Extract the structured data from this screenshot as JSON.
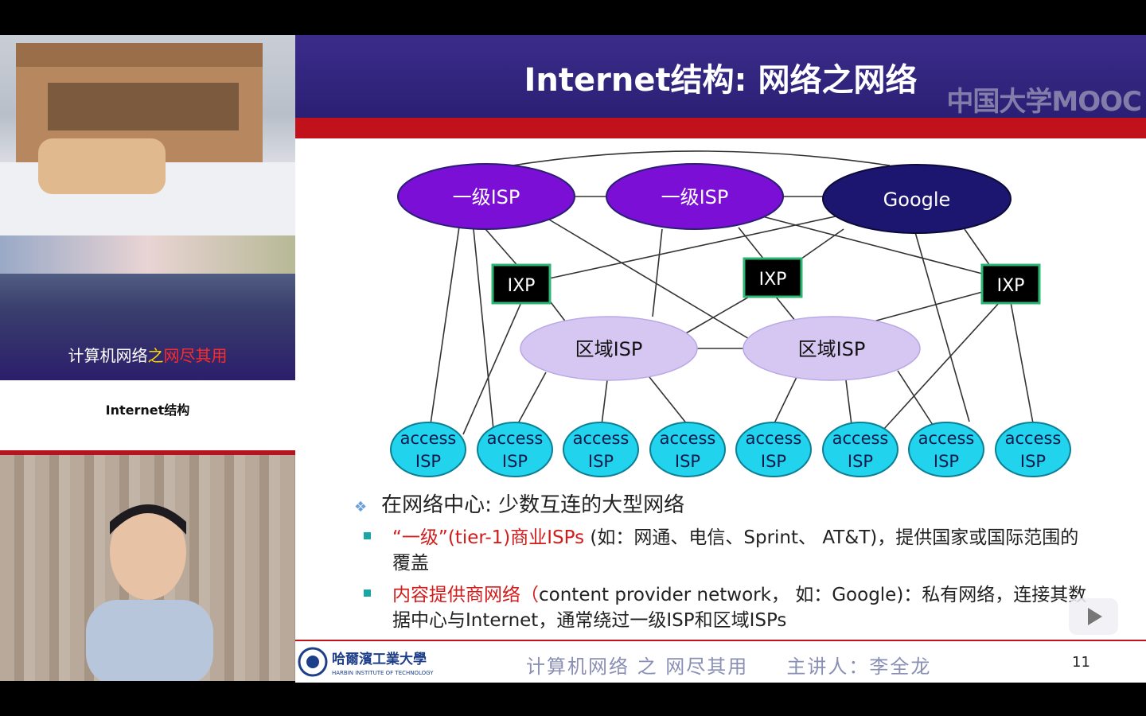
{
  "left": {
    "course_title": {
      "a": "计算机网络",
      "b": "之",
      "c": "网尽其用"
    },
    "section_label": "Internet结构"
  },
  "slide": {
    "title": "Internet结构: 网络之网络",
    "watermark": "中国大学MOOC",
    "nodes": {
      "tier1_a": "一级ISP",
      "tier1_b": "一级ISP",
      "google": "Google",
      "ixp": "IXP",
      "regional": "区域ISP",
      "access_top": "access",
      "access_bottom": "ISP"
    },
    "bullets": {
      "main": "在网络中心: 少数互连的大型网络",
      "sub1_red": "“一级”(tier-1)商业ISPs",
      "sub1_rest": " (如：网通、电信、Sprint、 AT&T)，提供国家或国际范围的覆盖",
      "sub2_red": "内容提供商网络（",
      "sub2_rest": "content provider network， 如：Google)：私有网络，连接其数据中心与Internet，通常绕过一级ISP和区域ISPs"
    },
    "footer": {
      "text": "计算机网络 之 网尽其用     主讲人：李全龙",
      "page": "11",
      "logo_text": "哈爾濱工業大學",
      "logo_sub": "HARBIN INSTITUTE OF TECHNOLOGY"
    }
  },
  "colors": {
    "tier1": "#7b0fd6",
    "google": "#1c1670",
    "regional": "#d6c7f2",
    "access": "#22d3ee",
    "ixp": "#000000"
  }
}
